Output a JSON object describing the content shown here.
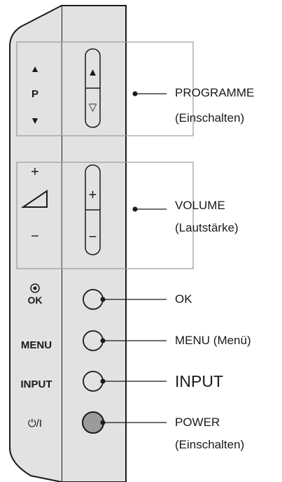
{
  "panel": {
    "side_labels": {
      "programme_up": "▲",
      "programme_letter": "P",
      "programme_down": "▼",
      "volume_plus": "+",
      "volume_minus": "−",
      "ok": "OK",
      "menu": "MENU",
      "input": "INPUT",
      "power": "⏻/I"
    },
    "buttons": {
      "programme_up_symbol": "▲",
      "programme_down_symbol": "▽",
      "volume_plus_symbol": "+",
      "volume_minus_symbol": "−"
    }
  },
  "callouts": {
    "programme": {
      "line1": "PROGRAMME",
      "line2": "(Einschalten)"
    },
    "volume": {
      "line1": "VOLUME",
      "line2": "(Lautstärke)"
    },
    "ok": "OK",
    "menu": "MENU (Menü)",
    "input": "INPUT",
    "power": {
      "line1": "POWER",
      "line2": "(Einschalten)"
    }
  },
  "colors": {
    "panel_fill": "#e2e2e2",
    "outline": "#1a1a1a",
    "callout_box": "#9a9a9a",
    "power_button_fill": "#9b9b9b"
  }
}
